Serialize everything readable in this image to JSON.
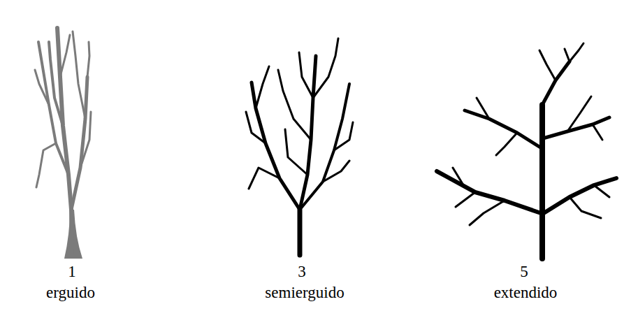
{
  "diagram": {
    "labels": [
      "1",
      "erguido",
      "3",
      "semierguido",
      "5",
      "extendido"
    ]
  }
}
